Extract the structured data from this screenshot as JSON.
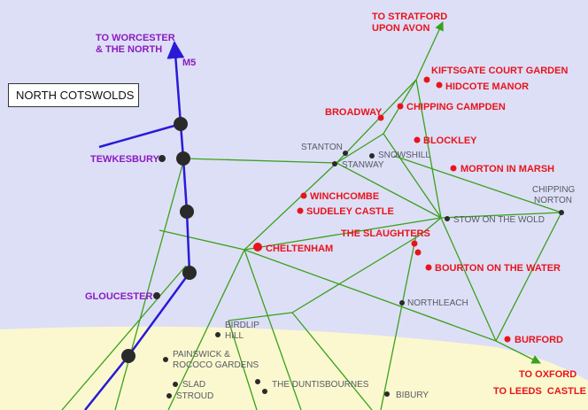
{
  "title": "NORTH COTSWOLDS",
  "colors": {
    "sky": "#dddff7",
    "land": "#fbf8cf",
    "road": "#3aa11b",
    "motorway": "#2a1ad6",
    "town_red": "#e8141b",
    "town_purple": "#8a1bbf",
    "town_grey": "#555a63",
    "node": "#2a2a2a"
  },
  "directions": {
    "worcester": [
      "TO WORCESTER",
      "& THE NORTH"
    ],
    "motorway": "M5",
    "stratford": [
      "TO STRATFORD",
      "UPON AVON"
    ],
    "oxford": "TO OXFORD",
    "leeds": "TO LEEDS  CASTLE"
  },
  "places": {
    "kiftsgate": "KIFTSGATE COURT GARDEN",
    "hidcote": "HIDCOTE MANOR",
    "broadway": "BROADWAY",
    "chipping_campden": "CHIPPING CAMPDEN",
    "blockley": "BLOCKLEY",
    "morton": "MORTON IN MARSH",
    "winchcombe": "WINCHCOMBE",
    "sudeley": "SUDELEY CASTLE",
    "slaughters": "THE SLAUGHTERS",
    "bourton": "BOURTON ON THE WATER",
    "burford": "BURFORD",
    "cheltenham": "CHELTENHAM",
    "tewkesbury": "TEWKESBURY",
    "gloucester": "GLOUCESTER",
    "stanton": "STANTON",
    "snowshill": "SNOWSHILL",
    "stanway": "STANWAY",
    "chipping_norton": [
      "CHIPPING",
      "NORTON"
    ],
    "stow": "STOW ON THE WOLD",
    "northleach": "NORTHLEACH",
    "birdlip": [
      "BIRDLIP",
      "HILL"
    ],
    "painswick": [
      "PAINSWICK &",
      "ROCOCO GARDENS"
    ],
    "slad": "SLAD",
    "stroud": "STROUD",
    "duntisbournes": "THE DUNTISBOURNES",
    "bibury": "BIBURY"
  }
}
